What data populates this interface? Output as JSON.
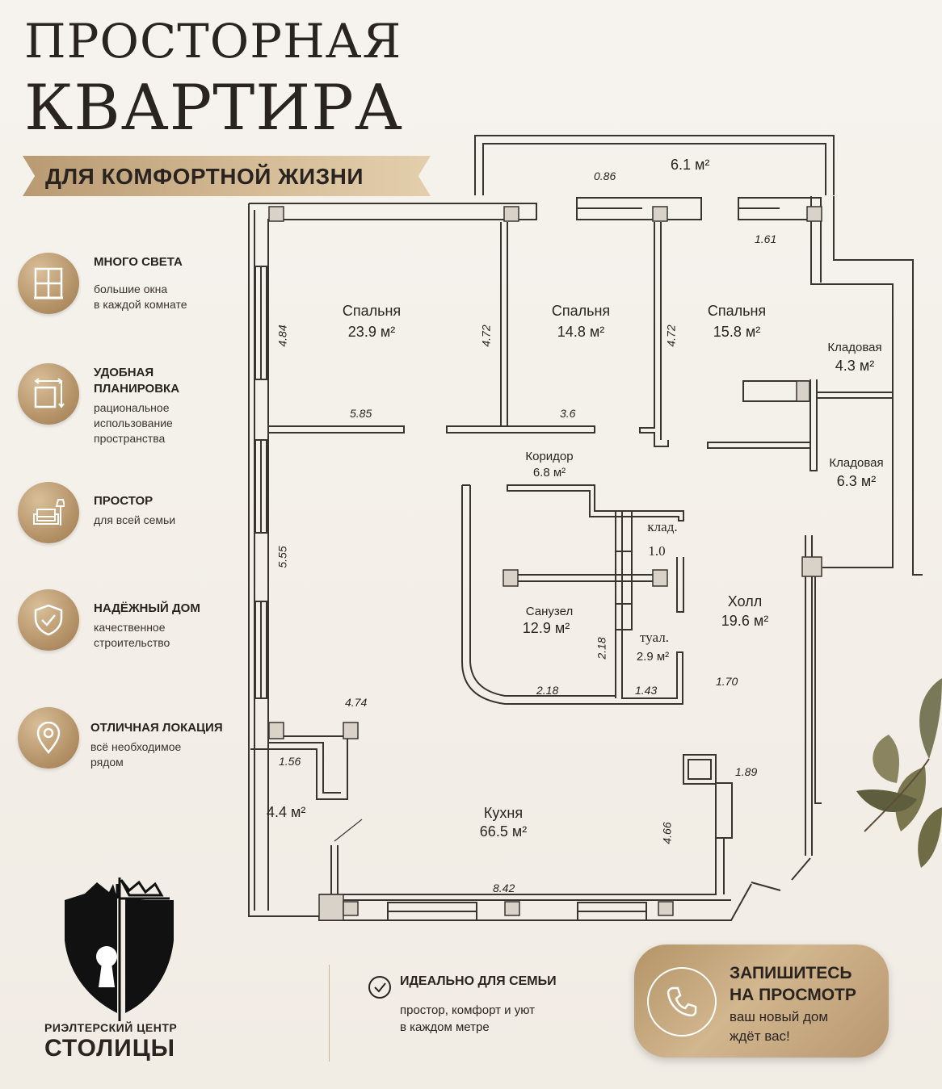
{
  "header": {
    "title_line1": "ПРОСТОРНАЯ",
    "title_line2": "КВАРТИРА",
    "ribbon": "ДЛЯ КОМФОРТНОЙ ЖИЗНИ"
  },
  "features": [
    {
      "icon": "window-icon",
      "title": "МНОГО СВЕТА",
      "desc": "большие окна\nв каждой комнате"
    },
    {
      "icon": "layout-icon",
      "title": "УДОБНАЯ\nПЛАНИРОВКА",
      "desc": "рациональное\nиспользование\nпространства"
    },
    {
      "icon": "sofa-lamp-icon",
      "title": "ПРОСТОР",
      "desc": "для всей семьи"
    },
    {
      "icon": "shield-check-icon",
      "title": "НАДЁЖНЫЙ ДОМ",
      "desc": "качественное\nстроительство"
    },
    {
      "icon": "location-pin-icon",
      "title": "ОТЛИЧНАЯ ЛОКАЦИЯ",
      "desc": "всё необходимое\nрядом"
    }
  ],
  "rooms": {
    "balcony": {
      "area": "6.1 м²"
    },
    "bedroom1": {
      "name": "Спальня",
      "area": "23.9 м²"
    },
    "bedroom2": {
      "name": "Спальня",
      "area": "14.8 м²"
    },
    "bedroom3": {
      "name": "Спальня",
      "area": "15.8 м²"
    },
    "storage1": {
      "name": "Кладовая",
      "area": "4.3 м²"
    },
    "storage2": {
      "name": "Кладовая",
      "area": "6.3 м²"
    },
    "corridor": {
      "name": "Коридор",
      "area": "6.8 м²"
    },
    "closet": {
      "name": "клад.",
      "area": "1.0"
    },
    "bathroom": {
      "name": "Санузел",
      "area": "12.9 м²"
    },
    "toilet": {
      "name": "туал.",
      "area": "2.9 м²"
    },
    "hall": {
      "name": "Холл",
      "area": "19.6 м²"
    },
    "kitchen": {
      "name": "Кухня",
      "area": "66.5 м²"
    },
    "small_room": {
      "area": "4.4 м²"
    }
  },
  "dims": {
    "d086": "0.86",
    "d161": "1.61",
    "d484": "4.84",
    "d472a": "4.72",
    "d472b": "4.72",
    "d585": "5.85",
    "d36": "3.6",
    "d555": "5.55",
    "d474": "4.74",
    "d156": "1.56",
    "d218v": "2.18",
    "d218h": "2.18",
    "d143": "1.43",
    "d170": "1.70",
    "d189": "1.89",
    "d466": "4.66",
    "d842": "8.42"
  },
  "logo": {
    "top": "РИЭЛТЕРСКИЙ ЦЕНТР",
    "bottom": "СТОЛИЦЫ"
  },
  "family": {
    "title": "ИДЕАЛЬНО ДЛЯ СЕМЬИ",
    "desc": "простор, комфорт и уют\nв каждом метре"
  },
  "cta": {
    "title": "ЗАПИШИТЕСЬ\nНА ПРОСМОТР",
    "desc": "ваш новый дом\nждёт вас!"
  },
  "colors": {
    "accent_gold": "#c4a57c",
    "text_dark": "#2a2420",
    "background": "#f3efe8"
  }
}
